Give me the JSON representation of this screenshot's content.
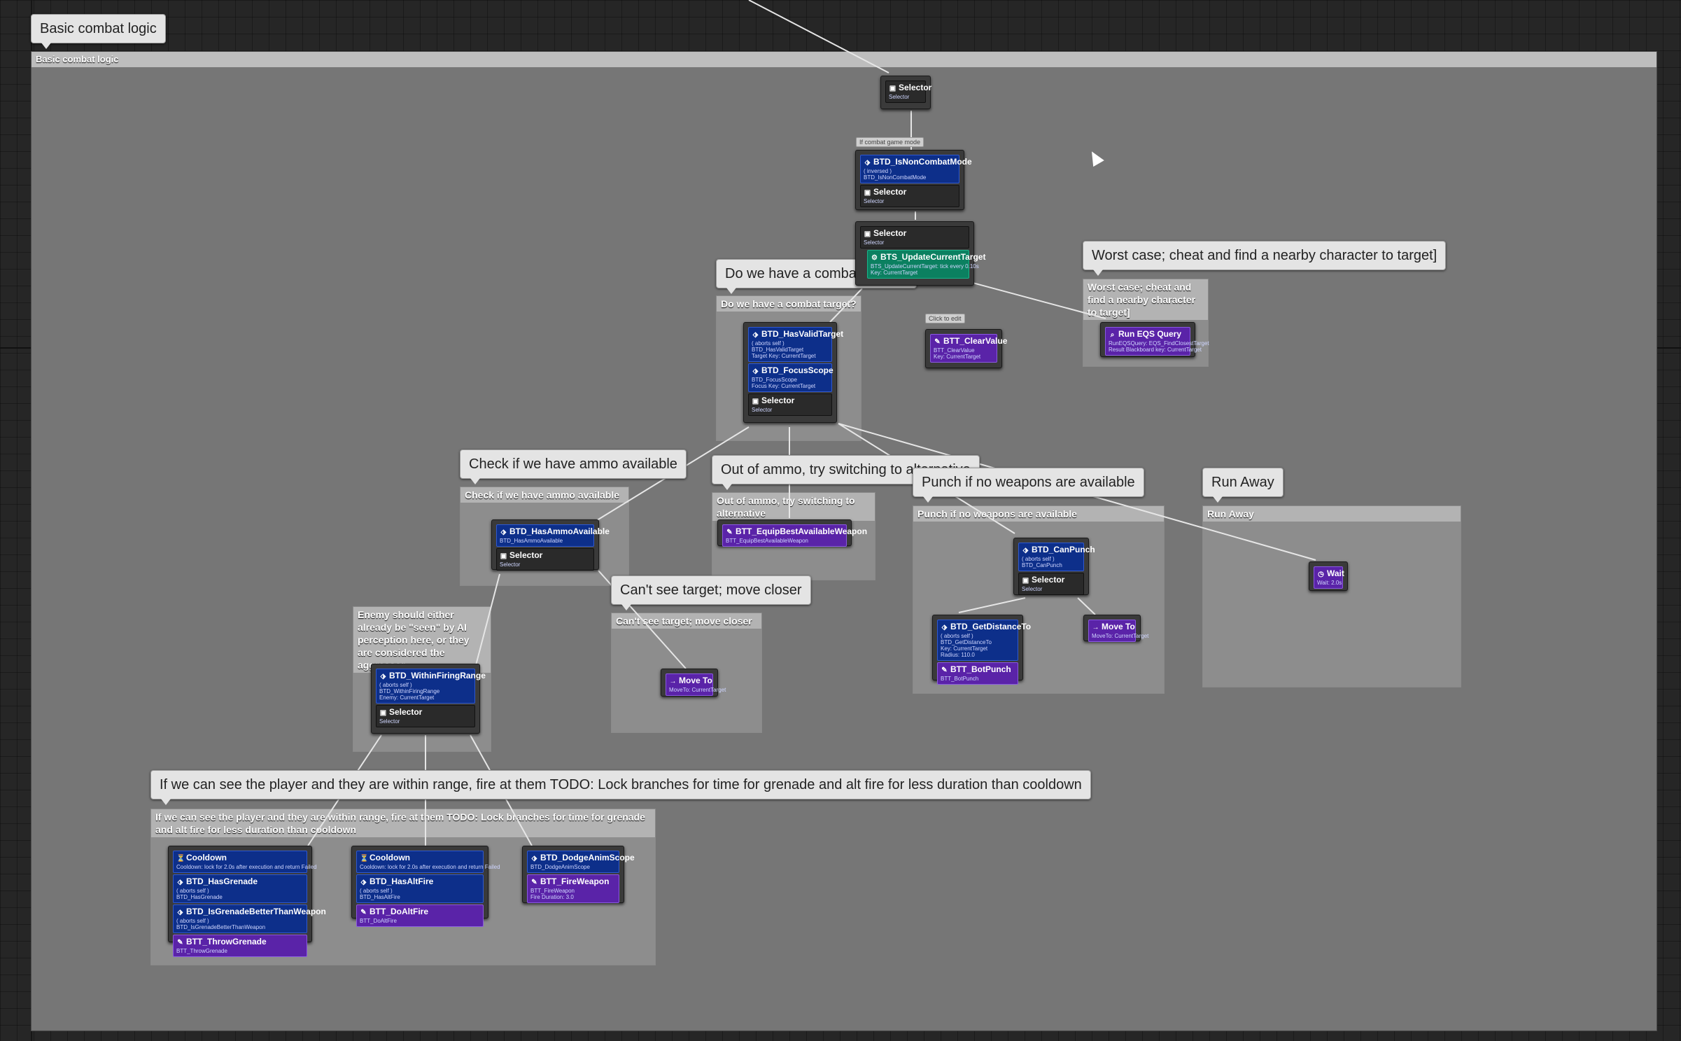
{
  "graph": {
    "main_comment_bubble": "Basic combat logic",
    "main_comment_header": "Basic combat logic",
    "comments": [
      {
        "bubble": "Do we have a combat target?",
        "header": "Do we have a combat target?"
      },
      {
        "bubble": "Worst case; cheat and find a nearby character to target]",
        "header": "Worst case; cheat and find a nearby character to target]"
      },
      {
        "bubble": "Check if we have ammo available",
        "header": "Check if we have ammo available"
      },
      {
        "bubble": "Out of ammo, try switching to alternative",
        "header": "Out of ammo, try switching to alternative"
      },
      {
        "bubble": "Punch if no weapons are available",
        "header": "Punch if no weapons are available"
      },
      {
        "bubble": "Run Away",
        "header": "Run Away"
      },
      {
        "bubble": "Can't see target; move closer",
        "header": "Can't see target; move closer"
      },
      {
        "header": "Enemy should either already be \"seen\" by AI perception here, or they are considered the aggressor"
      },
      {
        "bubble": "If we can see the player and they are within range, fire at them TODO: Lock branches for time for grenade and alt fire for less duration than cooldown",
        "header": "If we can see the player and they are within range, fire at them TODO: Lock branches for time for grenade and alt fire for less duration than cooldown"
      }
    ],
    "tags": {
      "combat_mode": "If combat game mode",
      "click_edit": "Click to edit"
    },
    "nodes": {
      "root_selector": {
        "title": "Selector",
        "sub": "Selector"
      },
      "noncombat": {
        "dec_title": "BTD_IsNonCombatMode",
        "dec_sub1": "( inversed )",
        "dec_sub2": "BTD_IsNonCombatMode",
        "sel_title": "Selector",
        "sel_sub": "Selector"
      },
      "combat_selector": {
        "title": "Selector",
        "sub": "Selector",
        "svc_title": "BTS_UpdateCurrentTarget",
        "svc_sub1": "BTS_UpdateCurrentTarget: tick every 0.10s",
        "svc_sub2": "Key: CurrentTarget"
      },
      "has_valid_target": {
        "d1_title": "BTD_HasValidTarget",
        "d1_sub1": "( aborts self )",
        "d1_sub2": "BTD_HasValidTarget",
        "d1_sub3": "Target Key: CurrentTarget",
        "d2_title": "BTD_FocusScope",
        "d2_sub1": "BTD_FocusScope",
        "d2_sub2": "Focus Key: CurrentTarget",
        "sel_title": "Selector",
        "sel_sub": "Selector"
      },
      "clear_value": {
        "title": "BTT_ClearValue",
        "sub1": "BTT_ClearValue",
        "sub2": "Key: CurrentTarget"
      },
      "run_eqs": {
        "title": "Run EQS Query",
        "sub1": "RunEQSQuery: EQS_FindClosestTarget",
        "sub2": "Result Blackboard key: CurrentTarget"
      },
      "has_ammo": {
        "d_title": "BTD_HasAmmoAvailable",
        "d_sub": "BTD_HasAmmoAvailable",
        "sel_title": "Selector",
        "sel_sub": "Selector"
      },
      "equip_weapon": {
        "title": "BTT_EquipBestAvailableWeapon",
        "sub": "BTT_EquipBestAvailableWeapon"
      },
      "can_punch": {
        "d_title": "BTD_CanPunch",
        "d_sub1": "( aborts self )",
        "d_sub2": "BTD_CanPunch",
        "sel_title": "Selector",
        "sel_sub": "Selector"
      },
      "distance_to": {
        "d_title": "BTD_GetDistanceTo",
        "d_sub1": "( aborts self )",
        "d_sub2": "BTD_GetDistanceTo",
        "d_sub3": "Key: CurrentTarget",
        "d_sub4": "Radius: 110.0",
        "t_title": "BTT_BotPunch",
        "t_sub": "BTT_BotPunch"
      },
      "move_to_punch": {
        "title": "Move To",
        "sub": "MoveTo: CurrentTarget"
      },
      "wait": {
        "title": "Wait",
        "sub": "Wait: 2.0s"
      },
      "move_to_closer": {
        "title": "Move To",
        "sub": "MoveTo: CurrentTarget"
      },
      "within_range": {
        "d_title": "BTD_WithinFiringRange",
        "d_sub1": "( aborts self )",
        "d_sub2": "BTD_WithinFiringRange",
        "d_sub3": "Enemy: CurrentTarget",
        "sel_title": "Selector",
        "sel_sub": "Selector"
      },
      "grenade": {
        "c_title": "Cooldown",
        "c_sub": "Cooldown: lock for 2.0s after execution and return Failed",
        "d1_title": "BTD_HasGrenade",
        "d1_sub1": "( aborts self )",
        "d1_sub2": "BTD_HasGrenade",
        "d2_title": "BTD_IsGrenadeBetterThanWeapon",
        "d2_sub1": "( aborts self )",
        "d2_sub2": "BTD_IsGrenadeBetterThanWeapon",
        "t_title": "BTT_ThrowGrenade",
        "t_sub": "BTT_ThrowGrenade"
      },
      "altfire": {
        "c_title": "Cooldown",
        "c_sub": "Cooldown: lock for 2.0s after execution and return Failed",
        "d_title": "BTD_HasAltFire",
        "d_sub1": "( aborts self )",
        "d_sub2": "BTD_HasAltFire",
        "t_title": "BTT_DoAltFire",
        "t_sub": "BTT_DoAltFire"
      },
      "fire": {
        "d_title": "BTD_DodgeAnimScope",
        "d_sub": "BTD_DodgeAnimScope",
        "t_title": "BTT_FireWeapon",
        "t_sub1": "BTT_FireWeapon",
        "t_sub2": "Fire Duration: 3.0"
      }
    }
  },
  "colors": {
    "decorator": "#0d2f8a",
    "task": "#5a23a8",
    "service": "#0b8060",
    "selector": "#2a2a2a",
    "wire": "#e6e6e6"
  }
}
